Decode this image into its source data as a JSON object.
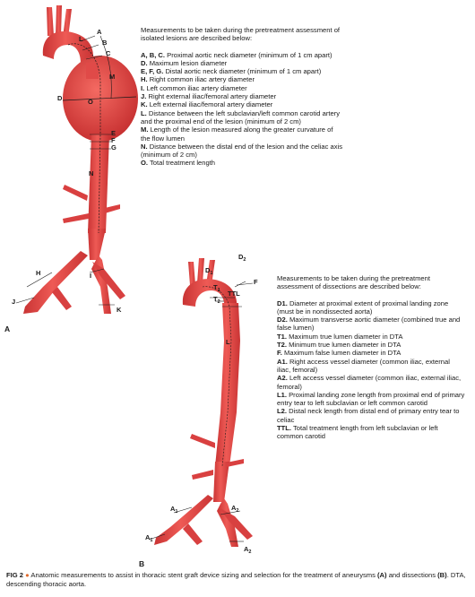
{
  "panelA": {
    "letter": "A",
    "intro": "Measurements to be taken during the pretreatment assessment of isolated lesions are described below:",
    "items": [
      {
        "key": "A, B, C.",
        "text": " Proximal aortic neck diameter (minimum of 1 cm apart)"
      },
      {
        "key": "D.",
        "text": " Maximum lesion diameter"
      },
      {
        "key": "E, F, G.",
        "text": " Distal aortic neck diameter (minimum of 1 cm apart)"
      },
      {
        "key": "H.",
        "text": " Right common iliac artery diameter"
      },
      {
        "key": "I.",
        "text": " Left common iliac artery diameter"
      },
      {
        "key": "J.",
        "text": " Right external iliac/femoral artery diameter"
      },
      {
        "key": "K.",
        "text": " Left external iliac/femoral artery diameter"
      },
      {
        "key": "L.",
        "text": " Distance between the left subclavian/left common carotid artery and the proximal end of the lesion (minimum of 2 cm)"
      },
      {
        "key": "M.",
        "text": " Length of the lesion measured along the greater curvature of the flow lumen"
      },
      {
        "key": "N.",
        "text": " Distance between the distal end of the lesion and the celiac axis (minimum of 2 cm)"
      },
      {
        "key": "O.",
        "text": " Total treatment length"
      }
    ],
    "labels": {
      "A": "A",
      "B": "B",
      "C": "C",
      "D": "D",
      "L": "L",
      "M": "M",
      "O": "O",
      "E": "E",
      "F": "F",
      "G": "G",
      "N": "N",
      "H": "H",
      "I": "I",
      "J": "J",
      "K": "K"
    }
  },
  "panelB": {
    "letter": "B",
    "intro": "Measurements to be taken during the pretreatment assessment of dissections are described below:",
    "items": [
      {
        "key": "D1.",
        "text": " Diameter at proximal extent of proximal landing zone (must be in nondissected aorta)"
      },
      {
        "key": "D2.",
        "text": " Maximum transverse aortic diameter (combined true and false lumen)"
      },
      {
        "key": "T1.",
        "text": " Maximum true lumen diameter in DTA"
      },
      {
        "key": "T2.",
        "text": " Minimum true lumen diameter in DTA"
      },
      {
        "key": "F.",
        "text": " Maximum false lumen diameter in DTA"
      },
      {
        "key": "A1.",
        "text": " Right access vessel diameter (common iliac, external iliac, femoral)"
      },
      {
        "key": "A2.",
        "text": " Left access vessel diameter (common iliac, external iliac, femoral)"
      },
      {
        "key": "L1.",
        "text": "  Proximal landing zone length from proximal end of primary entry tear to left subclavian or left common carotid"
      },
      {
        "key": "L2.",
        "text": " Distal neck length from distal end of primary entry tear to celiac"
      },
      {
        "key": "TTL.",
        "text": " Total treatment length from left subclavian or left common carotid"
      }
    ],
    "labels": {
      "D1_main": "D",
      "D1_sub": "1",
      "D2_main": "D",
      "D2_sub": "2",
      "T1_main": "T",
      "T1_sub": "1",
      "T2_main": "T",
      "T2_sub": "2",
      "TTL": "TTL",
      "F": "F",
      "L_main": "L",
      "A1_main": "A",
      "A1_sub": "1",
      "A2_main": "A",
      "A2_sub": "2"
    }
  },
  "caption": {
    "fig": "FIG 2",
    "bullet": "●",
    "text": " Anatomic measurements to assist in thoracic stent graft device sizing and selection for the treatment of aneurysms ",
    "a": "(A)",
    "mid": " and dissections ",
    "b": "(B)",
    "end": ". DTA, descending thoracic aorta."
  },
  "colors": {
    "artery": "#e84a4a",
    "artery_dark": "#c23030",
    "caption_bullet": "#e06a2c"
  }
}
